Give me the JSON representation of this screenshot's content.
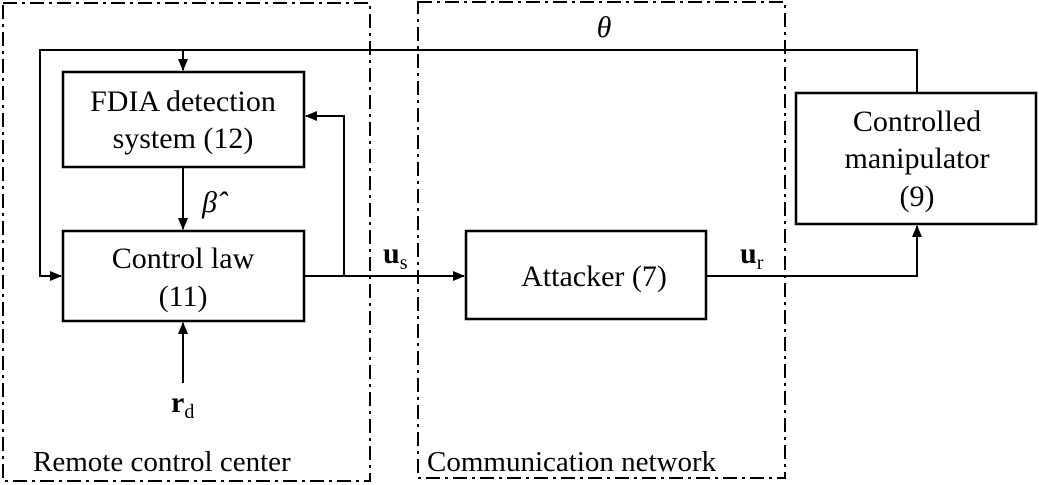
{
  "regions": {
    "remote_center": "Remote control center",
    "comm_network": "Communication network"
  },
  "blocks": {
    "fdia": {
      "line1": "FDIA detection",
      "line2": "system (12)"
    },
    "control_law": {
      "line1": "Control law",
      "line2": "(11)"
    },
    "attacker": {
      "line1": "Attacker (7)"
    },
    "manipulator": {
      "line1": "Controlled",
      "line2": "manipulator",
      "line3": "(9)"
    }
  },
  "signals": {
    "theta": "θ",
    "beta_hat": "β̂",
    "us": {
      "base": "u",
      "sub": "s"
    },
    "ur": {
      "base": "u",
      "sub": "r"
    },
    "rd": {
      "base": "r",
      "sub": "d"
    }
  }
}
